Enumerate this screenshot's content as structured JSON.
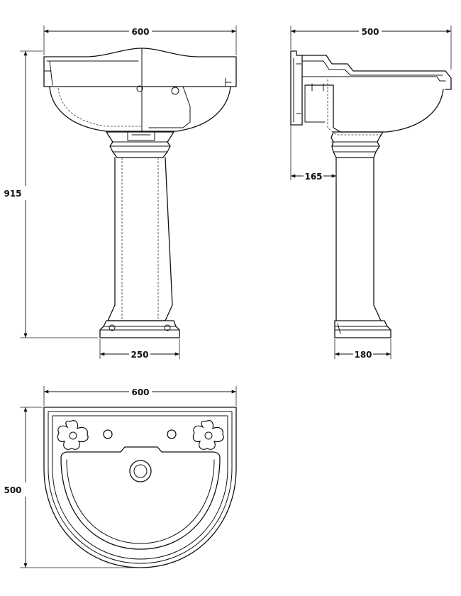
{
  "dimensions": {
    "front_width": "600",
    "side_depth": "500",
    "overall_height": "915",
    "pedestal_projection": "165",
    "pedestal_base_width": "250",
    "pedestal_base_depth": "180",
    "plan_width": "600",
    "plan_depth": "500"
  }
}
